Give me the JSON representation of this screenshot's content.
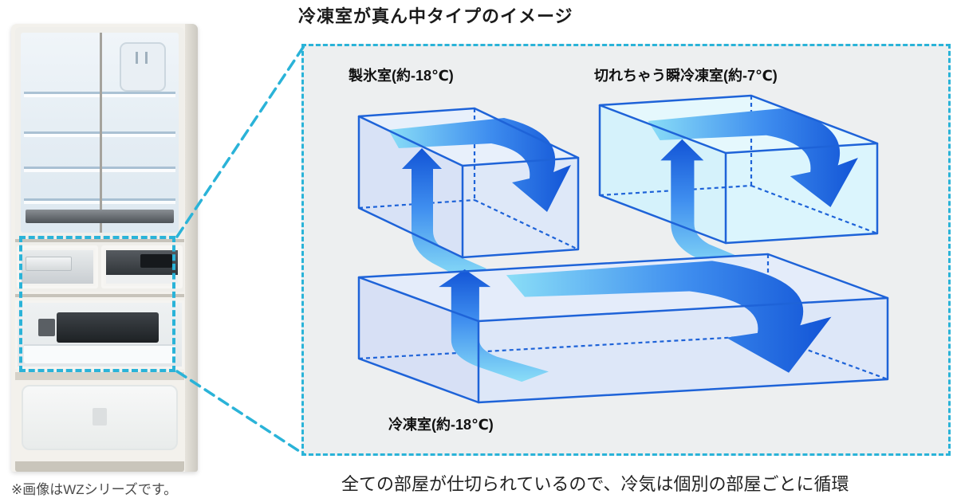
{
  "title": "冷凍室が真ん中タイプのイメージ",
  "diagram": {
    "rooms": [
      {
        "id": "ice-room",
        "label": "製氷室(約-18℃)",
        "tint": {
          "top": "#e7effb",
          "front": "#d6e1f6",
          "right": "#dde7f8"
        }
      },
      {
        "id": "flash-room",
        "label": "切れちゃう瞬冷凍室(約-7℃)",
        "tint": {
          "top": "#e4f8fd",
          "front": "#d3f1fb",
          "right": "#daf5fd"
        }
      },
      {
        "id": "freezer",
        "label": "冷凍室(約-18℃)",
        "tint": {
          "top": "#e3ebfa",
          "front": "#d5dff5",
          "right": "#dce6f8"
        }
      }
    ],
    "colors": {
      "accent_dashed": "#2ab3d8",
      "box_edge": "#1e63d8",
      "arrow_dark": "#1254d6",
      "arrow_mid": "#3f8eef",
      "arrow_light": "#8adef7",
      "panel_bg": "#edeff0"
    }
  },
  "caption": "※画像はWZシリーズです。",
  "footer": "全ての部屋が仕切られているので、冷気は個別の部屋ごとに循環"
}
